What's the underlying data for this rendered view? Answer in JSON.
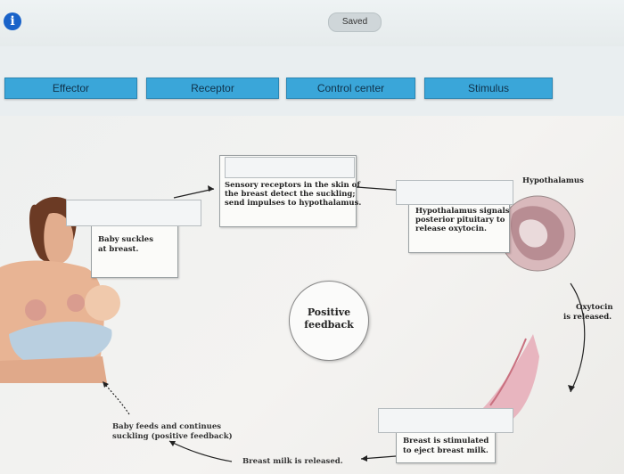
{
  "status": {
    "saved_label": "Saved"
  },
  "labels": {
    "chips": [
      "Effector",
      "Receptor",
      "Control center",
      "Stimulus"
    ]
  },
  "diagram": {
    "sensory_text_1": "Sensory receptors in the skin of",
    "sensory_text_2": "the breast detect the suckling;",
    "sensory_text_3": "send impulses to hypothalamus.",
    "hypo_signal_1": "Hypothalamus signals",
    "hypo_signal_2": "posterior pituitary to",
    "hypo_signal_3": "release oxytocin.",
    "hypothalamus_label": "Hypothalamus",
    "baby_suckles_1": "Baby suckles",
    "baby_suckles_2": "at breast.",
    "oxytocin_1": "Oxytocin",
    "oxytocin_2": "is released.",
    "center_1": "Positive",
    "center_2": "feedback",
    "feeds_1": "Baby feeds and continues",
    "feeds_2": "suckling (positive feedback)",
    "milk_released": "Breast milk is released.",
    "stimulated_1": "Breast is stimulated",
    "stimulated_2": "to eject breast milk."
  },
  "colors": {
    "chip": "#3aa6d9",
    "info": "#1a63c9"
  }
}
